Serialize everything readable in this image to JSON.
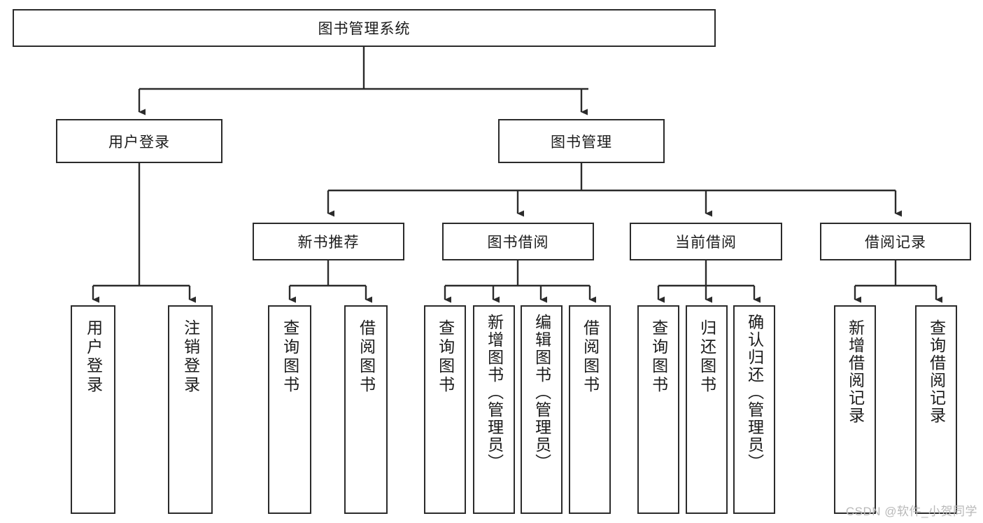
{
  "diagram": {
    "type": "tree-hierarchy-chart",
    "title": "图书管理系统",
    "background_color": "#ffffff",
    "line_color": "#2b2b2b",
    "text_color": "#1b1b1b",
    "root": {
      "label": "图书管理系统"
    },
    "level2": [
      {
        "id": "user-login",
        "label": "用户登录"
      },
      {
        "id": "book-management",
        "label": "图书管理"
      }
    ],
    "level3": [
      {
        "id": "new-book-recommend",
        "label": "新书推荐"
      },
      {
        "id": "book-borrow",
        "label": "图书借阅"
      },
      {
        "id": "current-borrow",
        "label": "当前借阅"
      },
      {
        "id": "borrow-record",
        "label": "借阅记录"
      }
    ],
    "leaves": {
      "user_login": [
        {
          "id": "leaf-user-login",
          "label": "用户登录"
        },
        {
          "id": "leaf-logout-login",
          "label": "注销登录"
        }
      ],
      "new_book_recommend": [
        {
          "id": "leaf-query-book-1",
          "label": "查询图书"
        },
        {
          "id": "leaf-borrow-book-1",
          "label": "借阅图书"
        }
      ],
      "book_borrow": [
        {
          "id": "leaf-query-book-2",
          "label": "查询图书"
        },
        {
          "id": "leaf-add-book",
          "label": "新增图书（管理员）"
        },
        {
          "id": "leaf-edit-book",
          "label": "编辑图书（管理员）"
        },
        {
          "id": "leaf-borrow-book-2",
          "label": "借阅图书"
        }
      ],
      "current_borrow": [
        {
          "id": "leaf-query-book-3",
          "label": "查询图书"
        },
        {
          "id": "leaf-return-book",
          "label": "归还图书"
        },
        {
          "id": "leaf-confirm-return",
          "label": "确认归还（管理员）"
        }
      ],
      "borrow_record": [
        {
          "id": "leaf-add-record",
          "label": "新增借阅记录"
        },
        {
          "id": "leaf-query-record",
          "label": "查询借阅记录"
        }
      ]
    }
  },
  "watermark": {
    "text": "CSDN @软件_小贺同学"
  }
}
